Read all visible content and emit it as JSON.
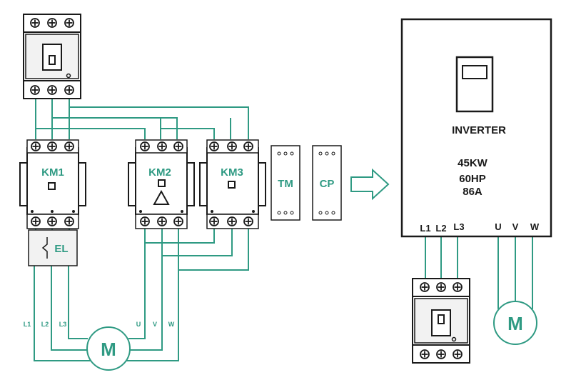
{
  "colors": {
    "wire": "#2f9a83",
    "ink": "#1a1a1a",
    "panel": "#ffffff",
    "module_fill": "#f2f2f2"
  },
  "contactors": {
    "km1": "KM1",
    "km2": "KM2",
    "km3": "KM3"
  },
  "overload": "EL",
  "modules": {
    "tm": "TM",
    "cp": "CP"
  },
  "motor_left": "M",
  "motor_right": "M",
  "left_terminals": {
    "l1": "L1",
    "l2": "L2",
    "l3": "L3",
    "u": "U",
    "v": "V",
    "w": "W"
  },
  "inverter": {
    "title": "INVERTER",
    "power_kw": "45KW",
    "power_hp": "60HP",
    "current": "86A",
    "inputs": [
      "L1",
      "L2",
      "L3"
    ],
    "outputs": [
      "U",
      "V",
      "W"
    ]
  },
  "icons": [
    "terminal-screw-icon",
    "breaker-toggle-icon",
    "arrow-right-icon",
    "delta-icon",
    "overload-relay-icon",
    "motor-icon"
  ]
}
